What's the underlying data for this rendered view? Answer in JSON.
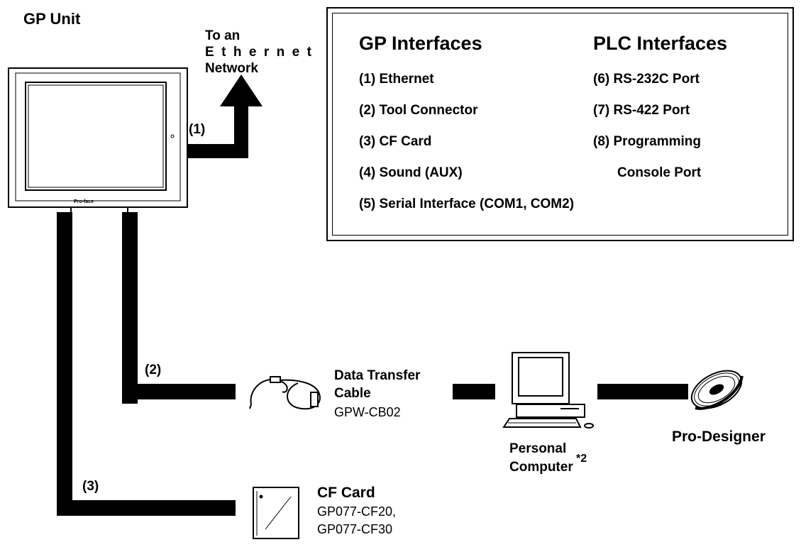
{
  "gp_unit": {
    "title": "GP Unit",
    "brand": "Pro-face"
  },
  "ethernet": {
    "line1": "To an",
    "line2_letters": [
      "E",
      "t",
      "h",
      "e",
      "r",
      "n",
      "e",
      "t"
    ],
    "line3": "Network",
    "port_label": "(1)"
  },
  "interfaces_box": {
    "gp_heading": "GP Interfaces",
    "plc_heading": "PLC Interfaces",
    "gp_items": [
      "(1) Ethernet",
      "(2) Tool Connector",
      "(3) CF Card",
      "(4) Sound (AUX)",
      "(5) Serial Interface (COM1, COM2)"
    ],
    "plc_items": [
      "(6) RS-232C Port",
      "(7) RS-422 Port",
      "(8) Programming",
      "Console Port"
    ]
  },
  "tool_connection": {
    "port_label": "(2)",
    "cable_name_line1": "Data Transfer",
    "cable_name_line2": "Cable",
    "cable_model": "GPW-CB02"
  },
  "cf_connection": {
    "port_label": "(3)",
    "card_name": "CF Card",
    "model_line1": "GP077-CF20,",
    "model_line2": "GP077-CF30"
  },
  "computer": {
    "line1": "Personal",
    "line2": "Computer",
    "note": "*2"
  },
  "software": {
    "name": "Pro-Designer"
  }
}
